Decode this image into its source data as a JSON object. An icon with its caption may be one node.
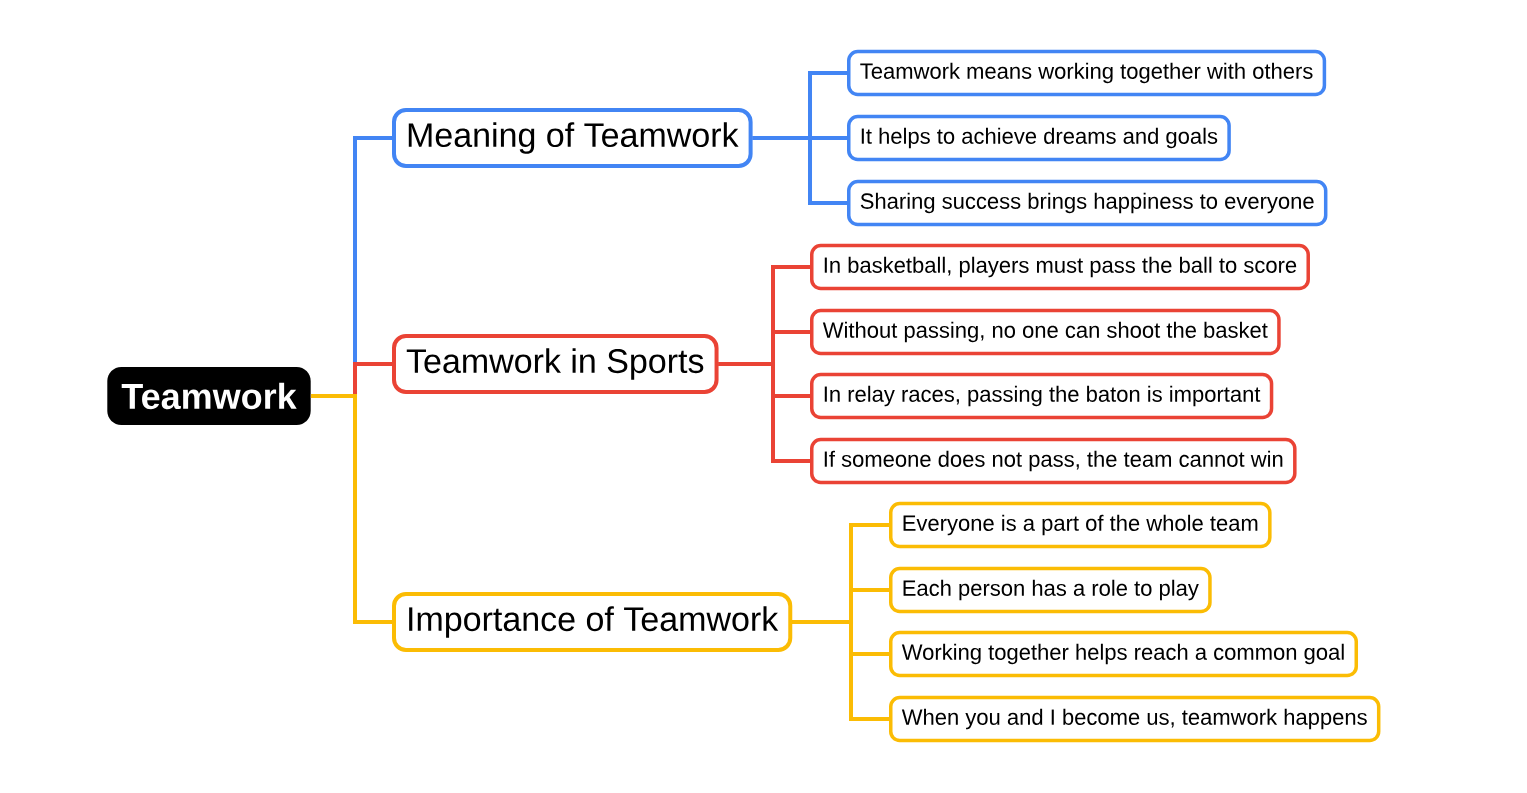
{
  "diagram": {
    "nodes": [
      {
        "text": [
          "Teamwork"
        ]
      },
      {
        "text": [
          "Meaning of Teamwork"
        ]
      },
      {
        "text": [
          "Teamwork in Sports"
        ]
      },
      {
        "text": [
          "Importance of Teamwork"
        ]
      },
      {
        "text": [
          "Teamwork means working together with others"
        ]
      },
      {
        "text": [
          "It helps to achieve dreams and goals"
        ]
      },
      {
        "text": [
          "Sharing success brings happiness to everyone"
        ]
      },
      {
        "text": [
          "In basketball, players must pass the ball to score"
        ]
      },
      {
        "text": [
          "Without passing, no one can shoot the basket"
        ]
      },
      {
        "text": [
          "In relay races, passing the baton is important"
        ]
      },
      {
        "text": [
          "If someone does not pass, the team cannot win"
        ]
      },
      {
        "text": [
          "Everyone is a part of the whole team"
        ]
      },
      {
        "text": [
          "Each person has a role to play"
        ]
      },
      {
        "text": [
          "Working together helps reach a common goal"
        ]
      },
      {
        "text": [
          "When you and I become us, teamwork happens"
        ]
      }
    ],
    "edges": [
      {
        "from": 0,
        "to": 1,
        "arrow": "none",
        "color": "#4285f4"
      },
      {
        "from": 0,
        "to": 2,
        "arrow": "none",
        "color": "#ea4335"
      },
      {
        "from": 0,
        "to": 3,
        "arrow": "none",
        "color": "#fbbc04"
      },
      {
        "from": 1,
        "to": 4,
        "arrow": "none",
        "color": "#4285f4"
      },
      {
        "from": 1,
        "to": 5,
        "arrow": "none",
        "color": "#4285f4"
      },
      {
        "from": 1,
        "to": 6,
        "arrow": "none",
        "color": "#4285f4"
      },
      {
        "from": 2,
        "to": 7,
        "arrow": "none",
        "color": "#ea4335"
      },
      {
        "from": 2,
        "to": 8,
        "arrow": "none",
        "color": "#ea4335"
      },
      {
        "from": 2,
        "to": 9,
        "arrow": "none",
        "color": "#ea4335"
      },
      {
        "from": 2,
        "to": 10,
        "arrow": "none",
        "color": "#ea4335"
      },
      {
        "from": 3,
        "to": 11,
        "arrow": "none",
        "color": "#fbbc04"
      },
      {
        "from": 3,
        "to": 12,
        "arrow": "none",
        "color": "#fbbc04"
      },
      {
        "from": 3,
        "to": 13,
        "arrow": "none",
        "color": "#fbbc04"
      },
      {
        "from": 3,
        "to": 14,
        "arrow": "none",
        "color": "#fbbc04"
      }
    ]
  }
}
